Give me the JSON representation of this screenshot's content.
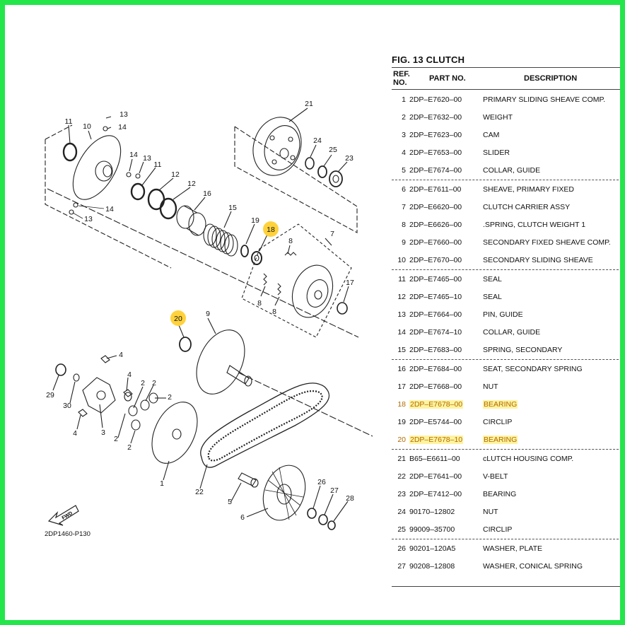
{
  "figure": {
    "label": "FIG.",
    "number": "13",
    "name": "CLUTCH"
  },
  "table_header": {
    "ref": "REF.",
    "no": "NO.",
    "part_no": "PART NO.",
    "description": "DESCRIPTION"
  },
  "parts": [
    {
      "ref": "1",
      "part_no": "2DP–E7620–00",
      "description": "PRIMARY SLIDING SHEAVE COMP."
    },
    {
      "ref": "2",
      "part_no": "2DP–E7632–00",
      "description": "WEIGHT"
    },
    {
      "ref": "3",
      "part_no": "2DP–E7623–00",
      "description": "CAM"
    },
    {
      "ref": "4",
      "part_no": "2DP–E7653–00",
      "description": "SLIDER"
    },
    {
      "ref": "5",
      "part_no": "2DP–E7674–00",
      "description": "COLLAR, GUIDE"
    },
    {
      "ref": "6",
      "part_no": "2DP–E7611–00",
      "description": "SHEAVE, PRIMARY FIXED"
    },
    {
      "ref": "7",
      "part_no": "2DP–E6620–00",
      "description": "CLUTCH CARRIER ASSY"
    },
    {
      "ref": "8",
      "part_no": "2DP–E6626–00",
      "description": ".SPRING, CLUTCH WEIGHT 1"
    },
    {
      "ref": "9",
      "part_no": "2DP–E7660–00",
      "description": "SECONDARY FIXED SHEAVE COMP."
    },
    {
      "ref": "10",
      "part_no": "2DP–E7670–00",
      "description": "SECONDARY SLIDING SHEAVE"
    },
    {
      "ref": "11",
      "part_no": "2DP–E7465–00",
      "description": "SEAL"
    },
    {
      "ref": "12",
      "part_no": "2DP–E7465–10",
      "description": "SEAL"
    },
    {
      "ref": "13",
      "part_no": "2DP–E7664–00",
      "description": "PIN, GUIDE"
    },
    {
      "ref": "14",
      "part_no": "2DP–E7674–10",
      "description": "COLLAR, GUIDE"
    },
    {
      "ref": "15",
      "part_no": "2DP–E7683–00",
      "description": "SPRING, SECONDARY"
    },
    {
      "ref": "16",
      "part_no": "2DP–E7684–00",
      "description": "SEAT, SECONDARY SPRING"
    },
    {
      "ref": "17",
      "part_no": "2DP–E7668–00",
      "description": "NUT"
    },
    {
      "ref": "18",
      "part_no": "2DP–E7678–00",
      "description": "BEARING"
    },
    {
      "ref": "19",
      "part_no": "2DP–E5744–00",
      "description": "CIRCLIP"
    },
    {
      "ref": "20",
      "part_no": "2DP–E7678–10",
      "description": "BEARING"
    },
    {
      "ref": "21",
      "part_no": "B65–E6611–00",
      "description": "cLUTCH HOUSING COMP."
    },
    {
      "ref": "22",
      "part_no": "2DP–E7641–00",
      "description": "V-BELT"
    },
    {
      "ref": "23",
      "part_no": "2DP–E7412–00",
      "description": "BEARING"
    },
    {
      "ref": "24",
      "part_no": "90170–12802",
      "description": "NUT"
    },
    {
      "ref": "25",
      "part_no": "99009–35700",
      "description": "CIRCLIP"
    },
    {
      "ref": "26",
      "part_no": "90201–120A5",
      "description": "WASHER, PLATE"
    },
    {
      "ref": "27",
      "part_no": "90208–12808",
      "description": "WASHER, CONICAL SPRING"
    }
  ],
  "highlighted_refs": [
    "18",
    "20"
  ],
  "diagram": {
    "code": "2DP1460-P130",
    "fwd": "FWD",
    "labels": {
      "l1": "1",
      "l2a": "2",
      "l2b": "2",
      "l2c": "2",
      "l2d": "2",
      "l2e": "2",
      "l3": "3",
      "l4a": "4",
      "l4b": "4",
      "l4c": "4",
      "l5": "5",
      "l6": "6",
      "l7": "7",
      "l8a": "8",
      "l8b": "8",
      "l8c": "8",
      "l9": "9",
      "l10": "10",
      "l11a": "11",
      "l11b": "11",
      "l12a": "12",
      "l12b": "12",
      "l13a": "13",
      "l13b": "13",
      "l13c": "13",
      "l14a": "14",
      "l14b": "14",
      "l14c": "14",
      "l15": "15",
      "l16": "16",
      "l17": "17",
      "l18": "18",
      "l19": "19",
      "l20": "20",
      "l21": "21",
      "l22": "22",
      "l23": "23",
      "l24": "24",
      "l25": "25",
      "l26": "26",
      "l27": "27",
      "l28": "28",
      "l29": "29",
      "l30": "30"
    }
  },
  "colors": {
    "border": "#22e64a",
    "highlight_bg": "#ffd23c",
    "highlight_text": "#b06a00"
  }
}
